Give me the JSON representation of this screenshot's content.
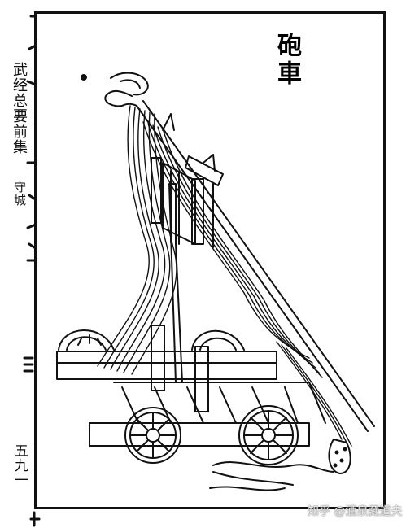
{
  "margin": {
    "book_title": "武经总要前集",
    "section": "守城",
    "page_number": "五九一"
  },
  "illustration": {
    "title": "砲車"
  },
  "watermark": "知乎 @酒泉藏道夫"
}
